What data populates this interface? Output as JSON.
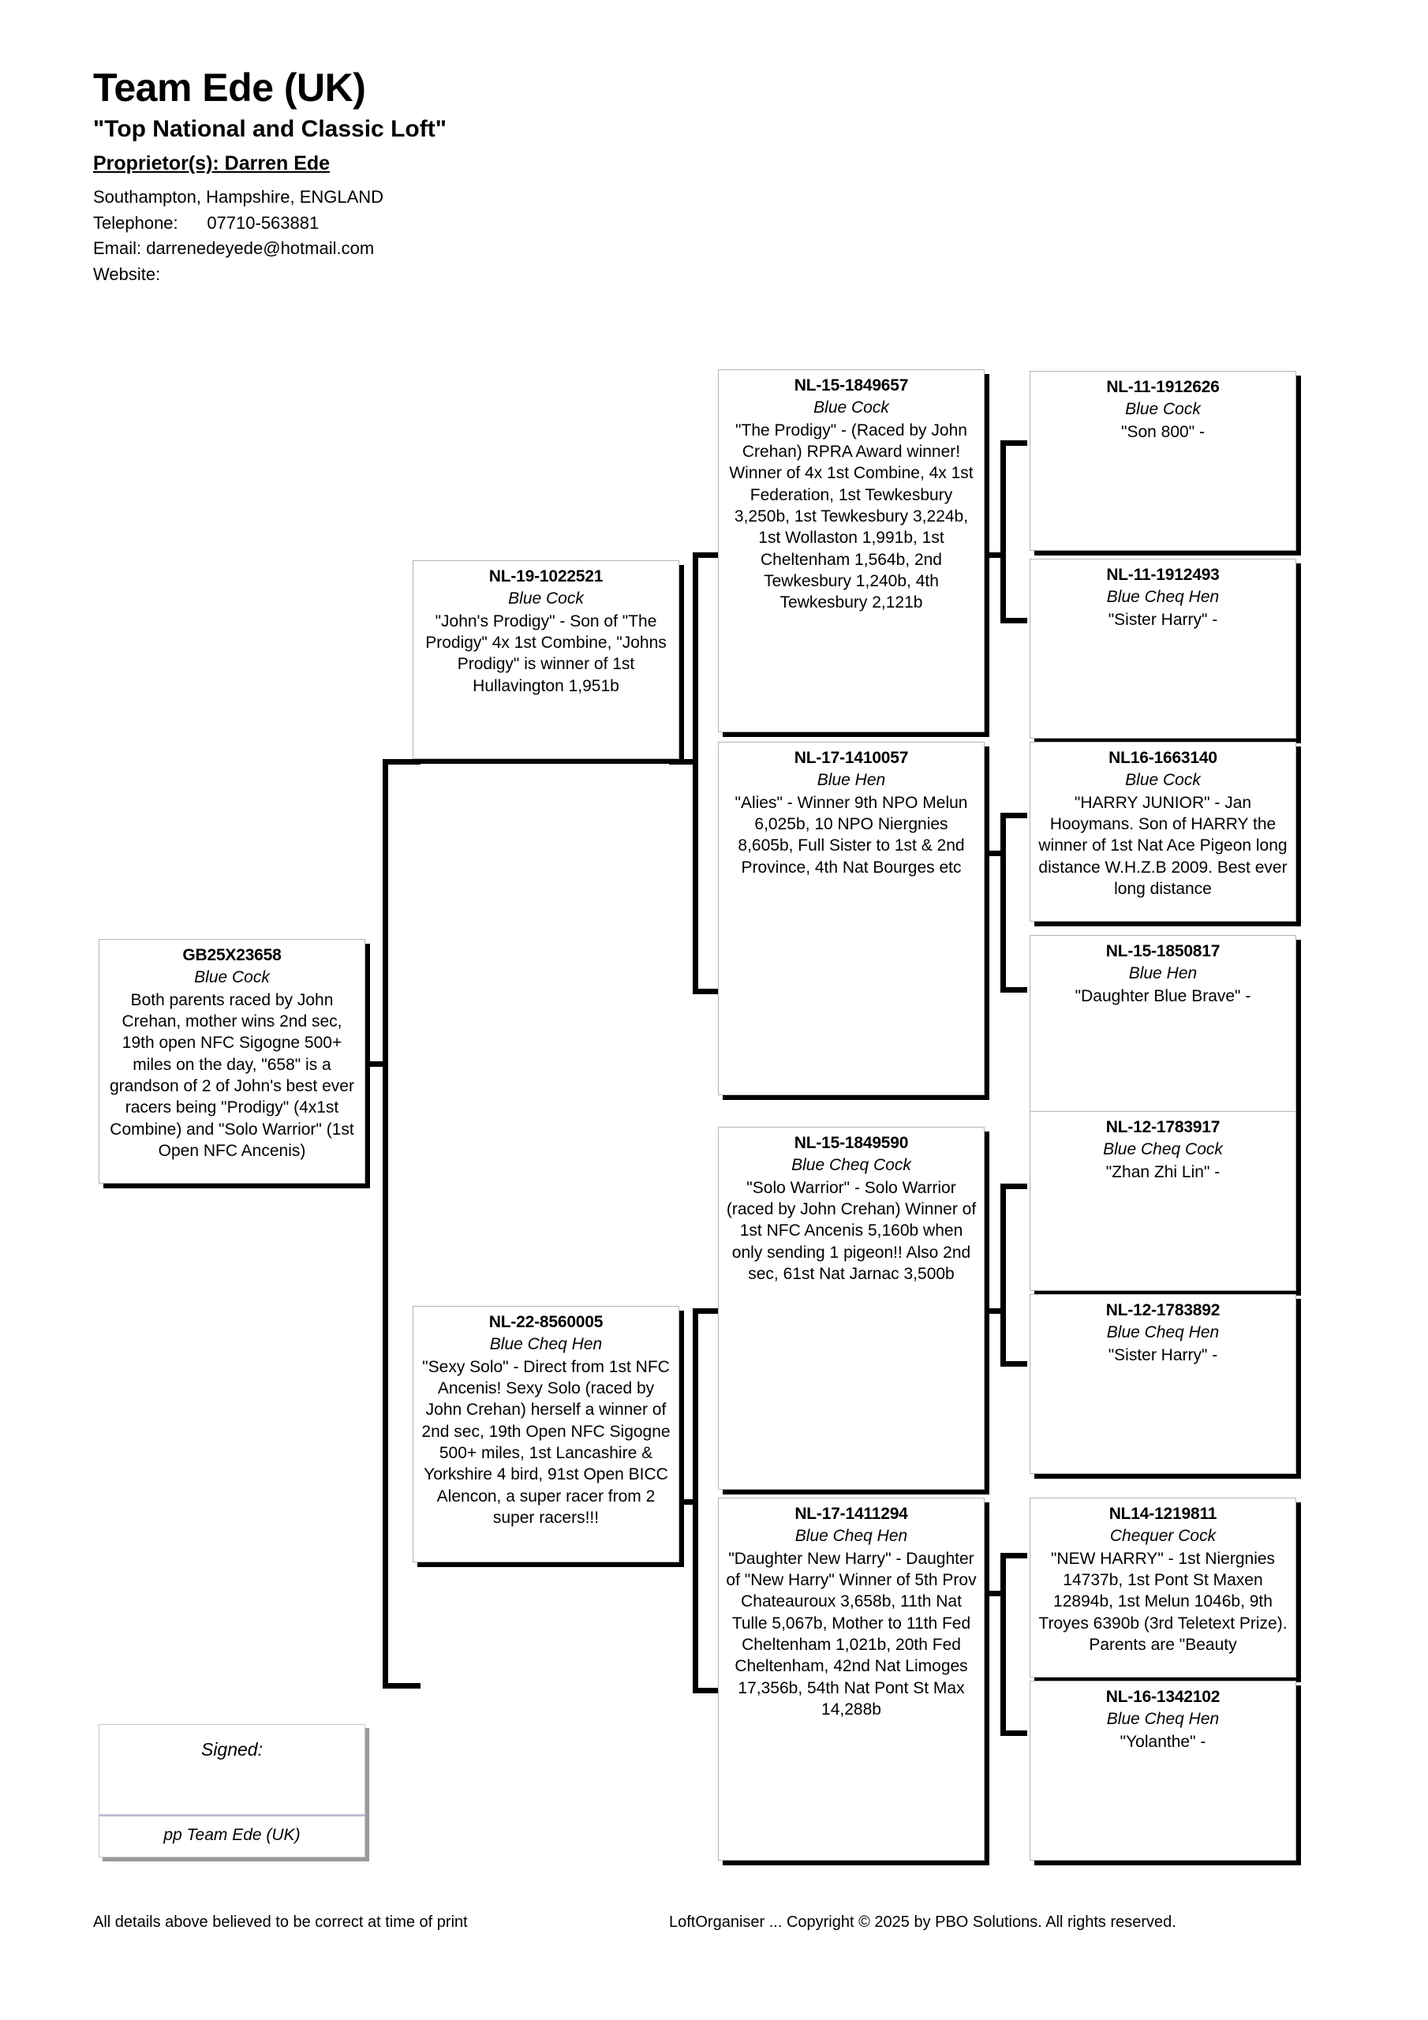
{
  "header": {
    "loft_name": "Team Ede (UK)",
    "slogan": "\"Top National and Classic Loft\"",
    "proprietor": "Proprietor(s): Darren Ede",
    "address": "Southampton, Hampshire, ENGLAND",
    "telephone": "Telephone:      07710-563881",
    "email": "Email: darrenedeyede@hotmail.com",
    "website": "Website:"
  },
  "subject": {
    "id": "GB25X23658",
    "colour": "Blue Cock",
    "notes": "Both parents raced by John Crehan, mother wins 2nd sec, 19th open NFC Sigogne 500+ miles on the day, \"658\" is a grandson of 2 of John's best ever racers being \"Prodigy\" (4x1st Combine) and \"Solo Warrior\" (1st Open NFC Ancenis)"
  },
  "sire": {
    "id": "NL-19-1022521",
    "colour": "Blue Cock",
    "notes": "\"John's Prodigy\" - Son of \"The Prodigy\" 4x 1st Combine, \"Johns Prodigy\" is winner of 1st Hullavington 1,951b"
  },
  "dam": {
    "id": "NL-22-8560005",
    "colour": "Blue Cheq Hen",
    "notes": "\"Sexy Solo\" - Direct from 1st NFC Ancenis! Sexy Solo (raced by John Crehan) herself a winner of 2nd sec, 19th Open NFC Sigogne 500+ miles, 1st Lancashire & Yorkshire 4 bird, 91st Open BICC Alencon, a super racer from 2 super racers!!!"
  },
  "sire_sire": {
    "id": "NL-15-1849657",
    "colour": "Blue Cock",
    "notes": "\"The Prodigy\" - (Raced by John Crehan) RPRA Award winner! Winner of 4x 1st Combine, 4x 1st Federation, 1st Tewkesbury 3,250b, 1st Tewkesbury 3,224b, 1st Wollaston 1,991b, 1st Cheltenham 1,564b, 2nd Tewkesbury 1,240b, 4th Tewkesbury 2,121b"
  },
  "sire_dam": {
    "id": "NL-17-1410057",
    "colour": "Blue Hen",
    "notes": "\"Alies\" - Winner 9th NPO Melun 6,025b, 10 NPO Niergnies 8,605b, Full Sister to 1st & 2nd Province, 4th Nat Bourges etc"
  },
  "dam_sire": {
    "id": "NL-15-1849590",
    "colour": "Blue Cheq Cock",
    "notes": "\"Solo Warrior\" - Solo Warrior (raced by John Crehan) Winner of 1st NFC Ancenis 5,160b when only sending 1 pigeon!! Also 2nd sec, 61st Nat Jarnac 3,500b"
  },
  "dam_dam": {
    "id": "NL-17-1411294",
    "colour": "Blue Cheq Hen",
    "notes": "\"Daughter New Harry\" - Daughter of \"New Harry\" Winner of 5th Prov Chateauroux 3,658b, 11th Nat Tulle 5,067b, Mother to 11th Fed Cheltenham 1,021b, 20th Fed Cheltenham, 42nd Nat Limoges 17,356b, 54th Nat Pont St Max 14,288b"
  },
  "ss_sire": {
    "id": "NL-11-1912626",
    "colour": "Blue Cock",
    "notes": "\"Son 800\" -"
  },
  "ss_dam": {
    "id": "NL-11-1912493",
    "colour": "Blue Cheq Hen",
    "notes": "\"Sister Harry\" -"
  },
  "sd_sire": {
    "id": "NL16-1663140",
    "colour": "Blue Cock",
    "notes": "\"HARRY JUNIOR\" - Jan Hooymans. Son of HARRY the winner of 1st Nat Ace Pigeon long distance W.H.Z.B 2009. Best ever long distance"
  },
  "sd_dam": {
    "id": "NL-15-1850817",
    "colour": "Blue Hen",
    "notes": "\"Daughter Blue Brave\" -"
  },
  "ds_sire": {
    "id": "NL-12-1783917",
    "colour": "Blue Cheq Cock",
    "notes": "\"Zhan Zhi Lin\" -"
  },
  "ds_dam": {
    "id": "NL-12-1783892",
    "colour": "Blue Cheq Hen",
    "notes": "\"Sister Harry\" -"
  },
  "dd_sire": {
    "id": "NL14-1219811",
    "colour": "Chequer Cock",
    "notes": "\"NEW HARRY\" - 1st Niergnies 14737b, 1st Pont St Maxen 12894b, 1st Melun 1046b, 9th Troyes 6390b (3rd Teletext Prize). Parents are \"Beauty"
  },
  "dd_dam": {
    "id": "NL-16-1342102",
    "colour": "Blue Cheq Hen",
    "notes": "\"Yolanthe\" -"
  },
  "signature": {
    "label": "Signed:",
    "pp": "pp Team Ede (UK)"
  },
  "footer": {
    "left": "All details above believed to be correct at time of print",
    "right": "LoftOrganiser ... Copyright © 2025 by PBO Solutions. All rights reserved."
  }
}
